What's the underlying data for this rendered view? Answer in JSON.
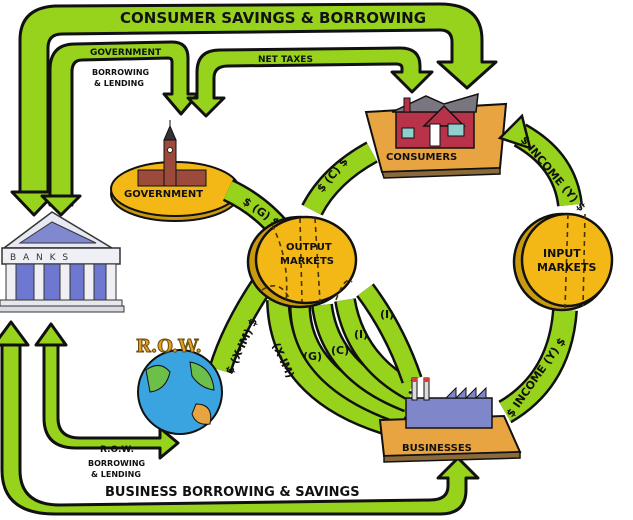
{
  "colors": {
    "arrow_green": "#97d31c",
    "market_gold": "#f3b816",
    "platform_orange": "#e8a441",
    "house_red": "#b8324a",
    "factory_blue": "#7f86c9",
    "bank_blue": "#7a80d6",
    "ocean_blue": "#3aa4e0",
    "land_green": "#6cc04a"
  },
  "nodes": {
    "consumers": "CONSUMERS",
    "government": "GOVERNMENT",
    "banks": "B A N K S",
    "output_markets": [
      "OUTPUT",
      "MARKETS"
    ],
    "input_markets": [
      "INPUT",
      "MARKETS"
    ],
    "businesses": "BUSINESSES",
    "row": "R.O.W."
  },
  "flows": {
    "consumer_savings": "CONSUMER SAVINGS & BORROWING",
    "government_borrowing": [
      "GOVERNMENT",
      "BORROWING",
      "& LENDING"
    ],
    "net_taxes": "NET TAXES",
    "row_borrowing": [
      "R.O.W.",
      "BORROWING",
      "& LENDING"
    ],
    "business_borrowing": "BUSINESS BORROWING & SAVINGS",
    "income_top": "$ INCOME (Y) $",
    "income_bottom": "$ INCOME (Y) $",
    "consumption": "$ (C) $",
    "government_spending": "$ (G) $",
    "net_exports_row": "$ (X-IM) $",
    "out_xim": "(X-IM)",
    "out_g": "(G)",
    "out_c": "(C)",
    "out_i1": "(I)",
    "out_i2": "(I)",
    "dollar": "$"
  }
}
